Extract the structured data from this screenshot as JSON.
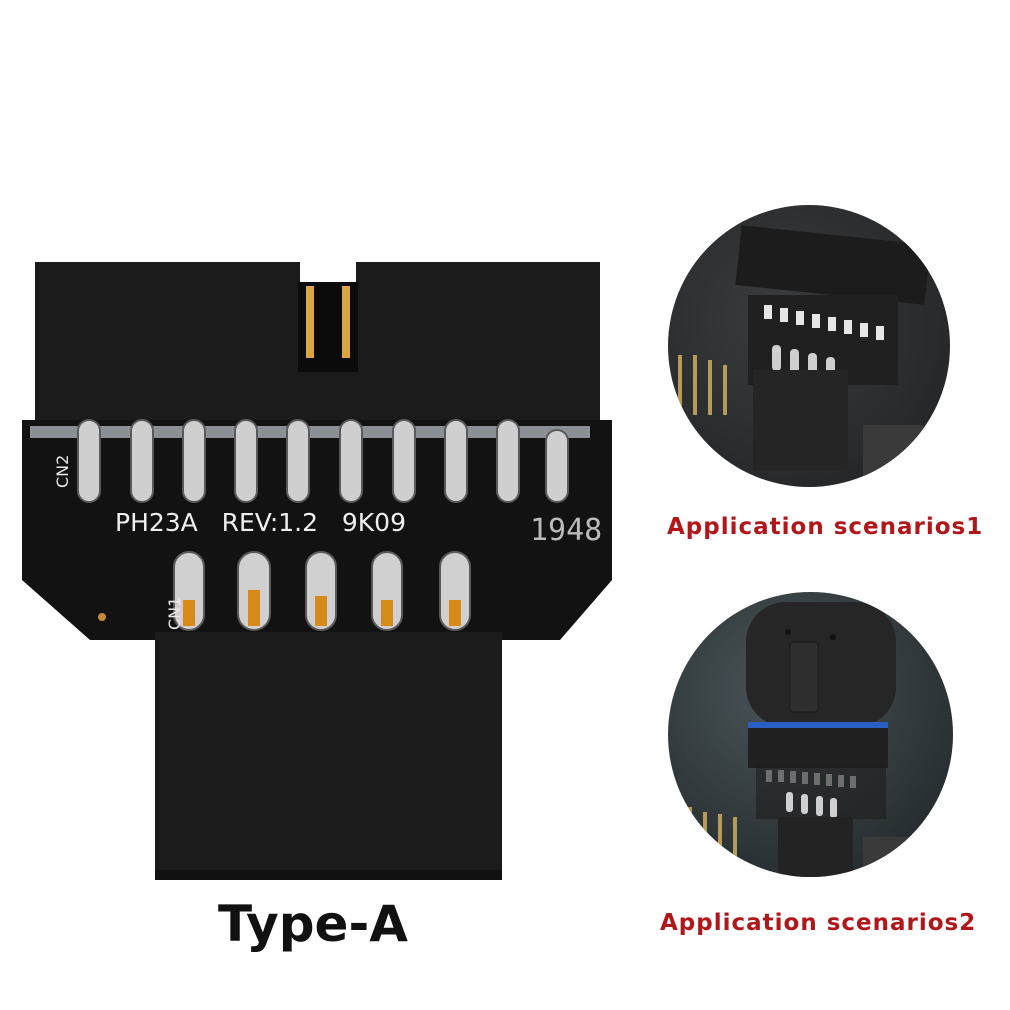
{
  "product": {
    "type_label": "Type-A",
    "pcb_marking": "PH23A   REV:1.2   9K09",
    "date_code": "1948",
    "connector_top_label": "CN2",
    "connector_bottom_label": "CN1",
    "colors": {
      "housing": "#1a1a1a",
      "pcb": "#111111",
      "pin_silver": "#c9c9c9",
      "pin_gold": "#d68a1a"
    }
  },
  "scenarios": [
    {
      "caption": "Application scenarios1"
    },
    {
      "caption": "Application scenarios2"
    }
  ],
  "colors": {
    "caption": "#b0161a",
    "accent_blue": "#2a5fc4"
  }
}
